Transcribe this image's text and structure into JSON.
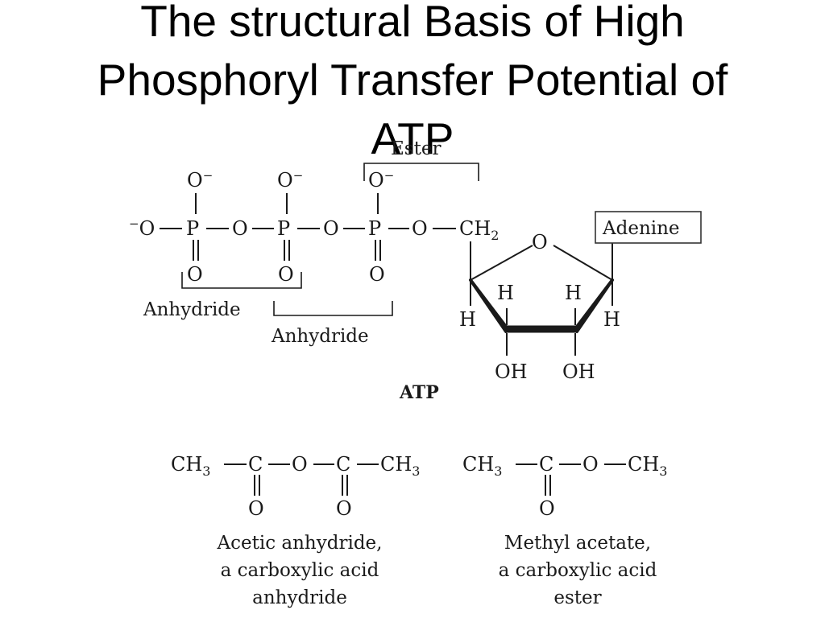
{
  "title": {
    "line1": "The structural Basis of High",
    "line2": "Phosphoryl Transfer Potential of",
    "line3": "ATP"
  },
  "atp": {
    "ester_label": "Ester",
    "anhydride_label_1": "Anhydride",
    "anhydride_label_2": "Anhydride",
    "adenine_label": "Adenine",
    "compound_label": "ATP",
    "atoms": {
      "o": "O",
      "p": "P",
      "ch": "CH",
      "ch_sub": "2",
      "h": "H",
      "oh": "OH",
      "minus": "−"
    }
  },
  "acetic_anhydride": {
    "caption_line1": "Acetic anhydride,",
    "caption_line2": "a carboxylic acid",
    "caption_line3": "anhydride",
    "ch": "CH",
    "sub3": "3",
    "c": "C",
    "o": "O"
  },
  "methyl_acetate": {
    "caption_line1": "Methyl acetate,",
    "caption_line2": "a carboxylic acid",
    "caption_line3": "ester",
    "ch": "CH",
    "sub3": "3",
    "c": "C",
    "o": "O"
  }
}
